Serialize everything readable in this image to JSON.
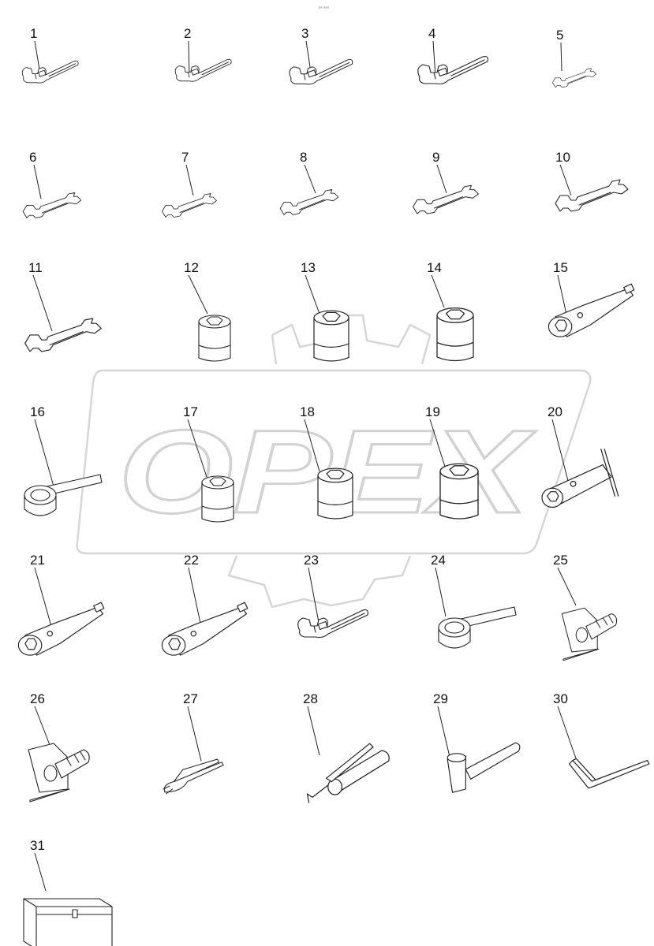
{
  "header_mark": "ᵖᵃ ᵃᵃᵃ",
  "watermark": {
    "text": "OPEX"
  },
  "colors": {
    "line": "#222222",
    "watermark": "#d6d6d6",
    "background": "#ffffff"
  },
  "parts": [
    {
      "number": "1",
      "icon": "adjustable-wrench-icon"
    },
    {
      "number": "2",
      "icon": "adjustable-wrench-icon"
    },
    {
      "number": "3",
      "icon": "adjustable-wrench-icon"
    },
    {
      "number": "4",
      "icon": "adjustable-wrench-icon"
    },
    {
      "number": "5",
      "icon": "open-end-wrench-icon"
    },
    {
      "number": "6",
      "icon": "open-end-wrench-icon"
    },
    {
      "number": "7",
      "icon": "open-end-wrench-icon"
    },
    {
      "number": "8",
      "icon": "open-end-wrench-icon"
    },
    {
      "number": "9",
      "icon": "open-end-wrench-icon"
    },
    {
      "number": "10",
      "icon": "open-end-wrench-icon"
    },
    {
      "number": "11",
      "icon": "open-end-wrench-icon"
    },
    {
      "number": "12",
      "icon": "socket-icon"
    },
    {
      "number": "13",
      "icon": "socket-icon"
    },
    {
      "number": "14",
      "icon": "socket-icon"
    },
    {
      "number": "15",
      "icon": "socket-extension-icon"
    },
    {
      "number": "16",
      "icon": "ring-spanner-icon"
    },
    {
      "number": "17",
      "icon": "socket-icon"
    },
    {
      "number": "18",
      "icon": "socket-icon"
    },
    {
      "number": "19",
      "icon": "socket-icon"
    },
    {
      "number": "20",
      "icon": "t-handle-socket-wrench-icon"
    },
    {
      "number": "21",
      "icon": "socket-extension-icon"
    },
    {
      "number": "22",
      "icon": "socket-extension-icon"
    },
    {
      "number": "23",
      "icon": "adjustable-wrench-icon"
    },
    {
      "number": "24",
      "icon": "ring-spanner-icon"
    },
    {
      "number": "25",
      "icon": "screwdriver-icon"
    },
    {
      "number": "26",
      "icon": "screwdriver-icon"
    },
    {
      "number": "27",
      "icon": "pliers-icon"
    },
    {
      "number": "28",
      "icon": "grease-gun-icon"
    },
    {
      "number": "29",
      "icon": "hammer-icon"
    },
    {
      "number": "30",
      "icon": "pry-bar-icon"
    },
    {
      "number": "31",
      "icon": "tool-box-icon"
    }
  ]
}
